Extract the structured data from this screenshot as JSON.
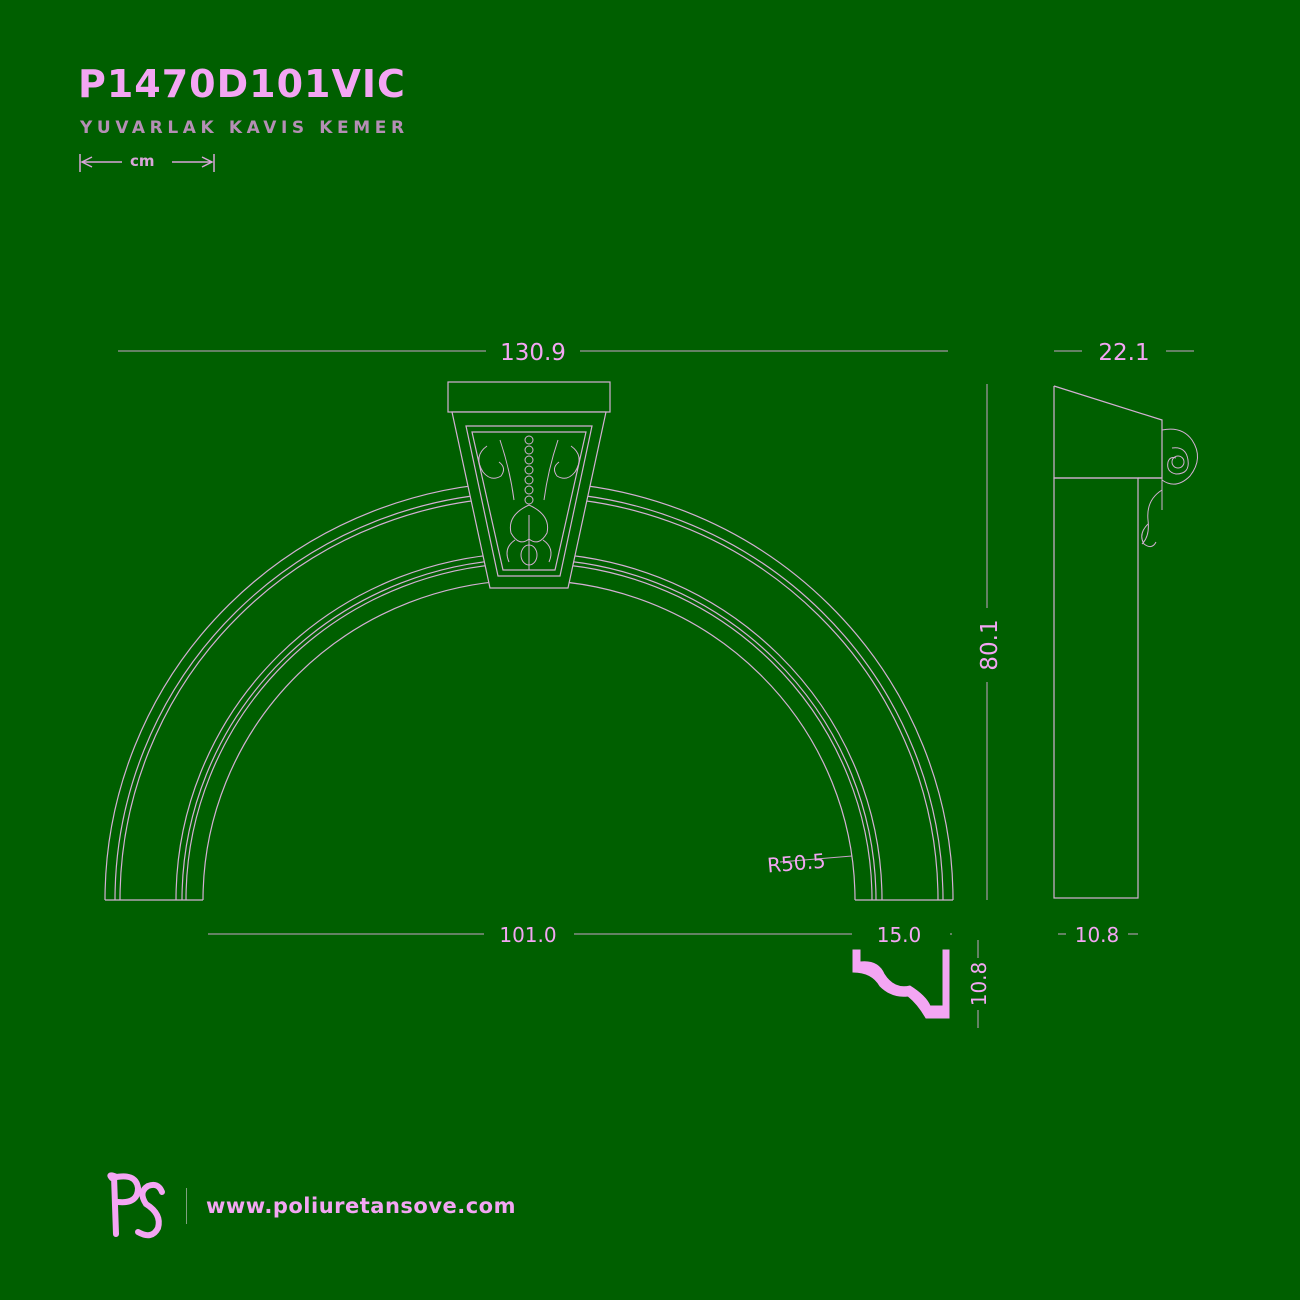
{
  "header": {
    "product_code": "P1470D101VIC",
    "product_name": "YUVARLAK KAVIS KEMER",
    "unit": "cm"
  },
  "dimensions": {
    "overall_width": "130.9",
    "depth": "22.1",
    "height": "80.1",
    "inner_radius": "R50.5",
    "inner_span": "101.0",
    "profile_width": "15.0",
    "profile_height": "10.8",
    "side_base_width": "10.8"
  },
  "footer": {
    "logo_text": "PS",
    "website": "www.poliuretansove.com"
  },
  "colors": {
    "background": "#005f00",
    "accent": "#f3a6f3",
    "line": "#c9a3c9"
  }
}
